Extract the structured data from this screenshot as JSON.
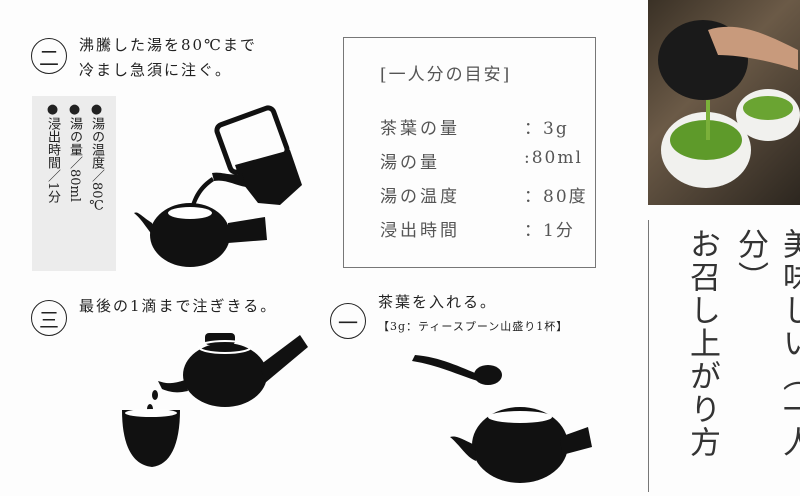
{
  "steps": [
    {
      "number": "一",
      "lines": [
        "茶葉を入れる。"
      ],
      "note": "【3g：ティースプーン山盛り1杯】"
    },
    {
      "number": "二",
      "lines": [
        "沸騰した湯を80℃まで",
        "冷まし急須に注ぐ。"
      ]
    },
    {
      "number": "三",
      "lines": [
        "最後の1滴まで注ぎきる。"
      ]
    }
  ],
  "specs": [
    "●湯の温度／80℃",
    "●湯の量／80ml",
    "●浸出時間／1分"
  ],
  "guide": {
    "title": "[一人分の目安]",
    "rows": [
      {
        "label": "茶葉の量",
        "value": "：3g"
      },
      {
        "label": "湯の量",
        "value": ":80ml"
      },
      {
        "label": "湯の温度",
        "value": "：80度"
      },
      {
        "label": "浸出時間",
        "value": "：1分"
      }
    ]
  },
  "title": {
    "line1": "美味しい（一人分）",
    "line2": "お召し上がり方"
  },
  "colors": {
    "tea_green": "#5e9a2a",
    "ink": "#111111",
    "panel": "#ececec"
  }
}
